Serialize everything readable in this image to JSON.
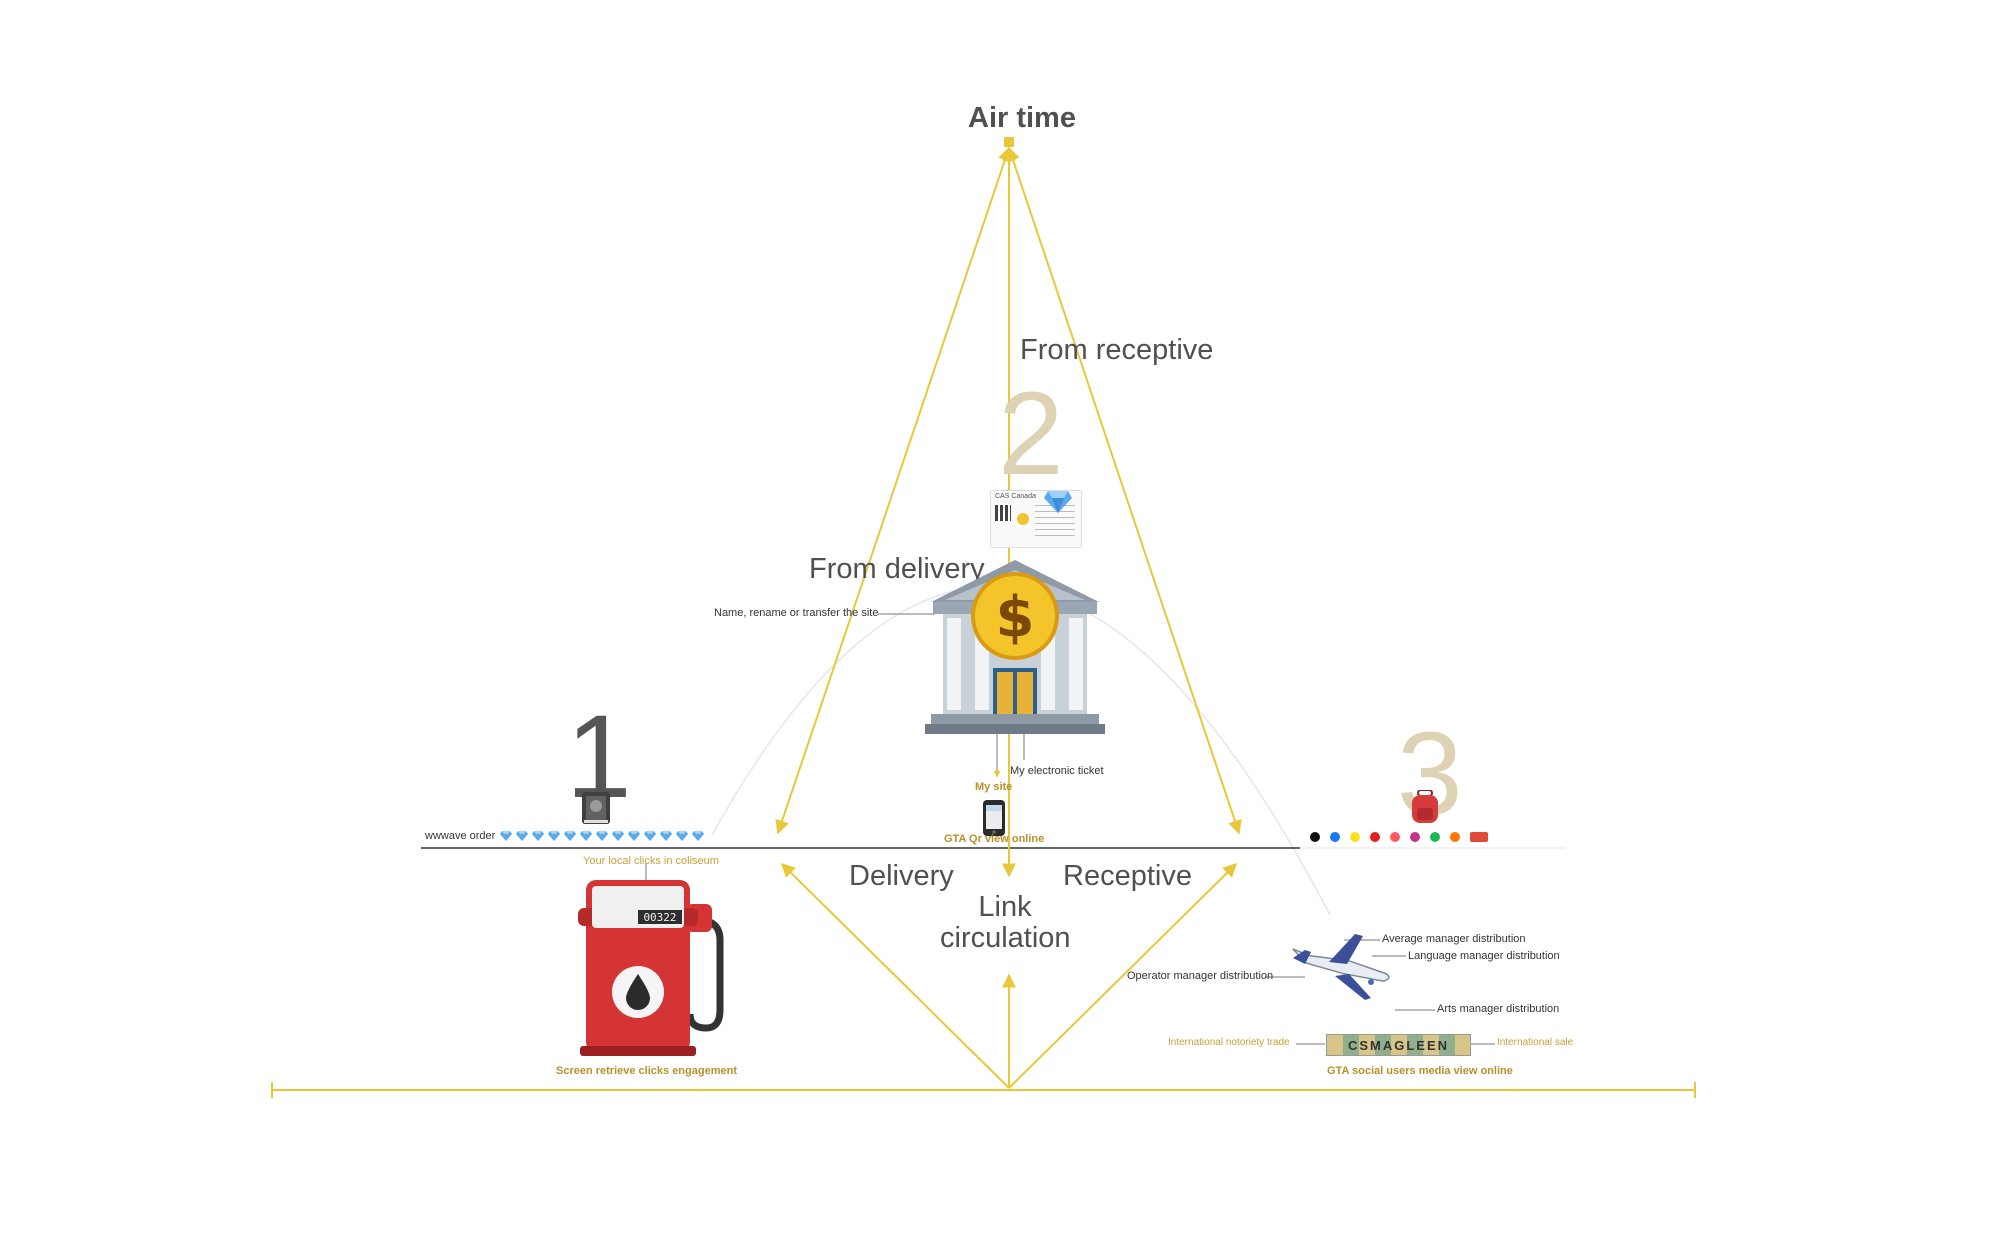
{
  "colors": {
    "axis": "#e8c838",
    "baseline": "#333333",
    "gold_text": "#c8a03a",
    "num_1": "#555555",
    "num_2": "#ddd2b4",
    "num_3": "#ddd2b4"
  },
  "labels": {
    "air_time": "Air time",
    "from_receptive": "From receptive",
    "from_delivery": "From delivery",
    "delivery": "Delivery",
    "receptive": "Receptive",
    "link_circulation_1": "Link",
    "link_circulation_2": "circulation"
  },
  "stages": {
    "one": "1",
    "two": "2",
    "three": "3"
  },
  "annotations": {
    "name_site": "Name, rename or transfer the site",
    "my_electronic_ticket": "My electronic ticket",
    "my_site": "My site",
    "gta_qr": "GTA Qr view online",
    "wwwave_order": "wwwave order",
    "local_clicks": "Your local clicks in coliseum",
    "screen_retrieve": "Screen retrieve clicks engagement",
    "average_manager": "Average manager distribution",
    "language_manager": "Language manager distribution",
    "operator_manager": "Operator manager distribution",
    "arts_manager": "Arts manager distribution",
    "intl_notoriety": "International notoriety trade",
    "intl_sale": "International sale",
    "gta_social": "GTA social users media view online"
  },
  "card": {
    "title": "CAS Canada"
  },
  "pump": {
    "counter": "00322"
  },
  "icons": {
    "bank": "bank-icon",
    "gem": "gem-icon",
    "fuel_pump": "fuel-pump-icon",
    "notebook": "notebook-icon",
    "phone": "phone-icon",
    "backpack": "backpack-icon",
    "airplane": "airplane-icon",
    "social_strip": [
      "tiktok-icon",
      "facebook-icon",
      "snapchat-icon",
      "youtube-icon",
      "airbnb-icon",
      "instagram-icon",
      "spotify-icon",
      "soundcloud-icon",
      "label-icon"
    ],
    "gem_row": [
      "gem-icon",
      "gem-icon",
      "gem-icon",
      "gem-icon",
      "gem-icon",
      "gem-icon",
      "gem-icon",
      "gem-icon",
      "gem-icon",
      "gem-icon",
      "gem-icon",
      "gem-icon",
      "gem-icon"
    ]
  },
  "banknote_letters": "CSMAGLEEN"
}
